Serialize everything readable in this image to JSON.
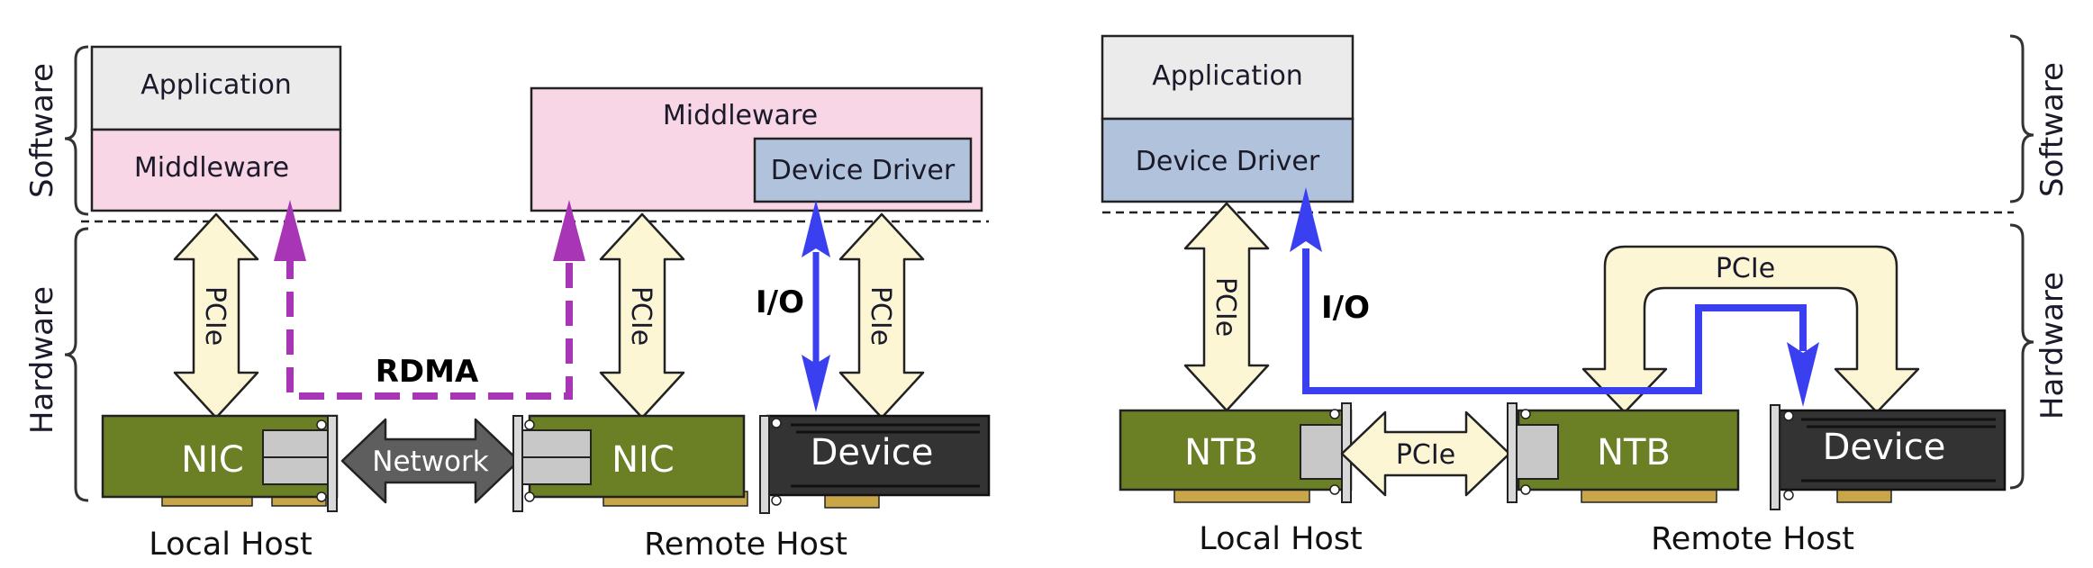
{
  "colors": {
    "application_box": "#ebebeb",
    "middleware_box": "#f9d6e6",
    "driver_box": "#b1c3dc",
    "pcie_arrow": "#fcf6d4",
    "nic_card": "#6b7f25",
    "device_card": "#333333",
    "rdma_path": "#a735b5",
    "io_path": "#3a3ff0",
    "network_arrow": "#5e5e5e"
  },
  "left": {
    "software_label": "Software",
    "hardware_label": "Hardware",
    "local_app": "Application",
    "local_middleware": "Middleware",
    "remote_middleware": "Middleware",
    "remote_driver": "Device Driver",
    "pcie_local": "PCIe",
    "pcie_remote": "PCIe",
    "pcie_device": "PCIe",
    "rdma": "RDMA",
    "io": "I/O",
    "network": "Network",
    "nic_local": "NIC",
    "nic_remote": "NIC",
    "device": "Device",
    "local_host": "Local Host",
    "remote_host": "Remote Host"
  },
  "right": {
    "software_label": "Software",
    "hardware_label": "Hardware",
    "app": "Application",
    "driver": "Device Driver",
    "pcie_vertical": "PCIe",
    "pcie_bridge": "PCIe",
    "pcie_link": "PCIe",
    "io": "I/O",
    "ntb_local": "NTB",
    "ntb_remote": "NTB",
    "device": "Device",
    "local_host": "Local Host",
    "remote_host": "Remote Host"
  }
}
